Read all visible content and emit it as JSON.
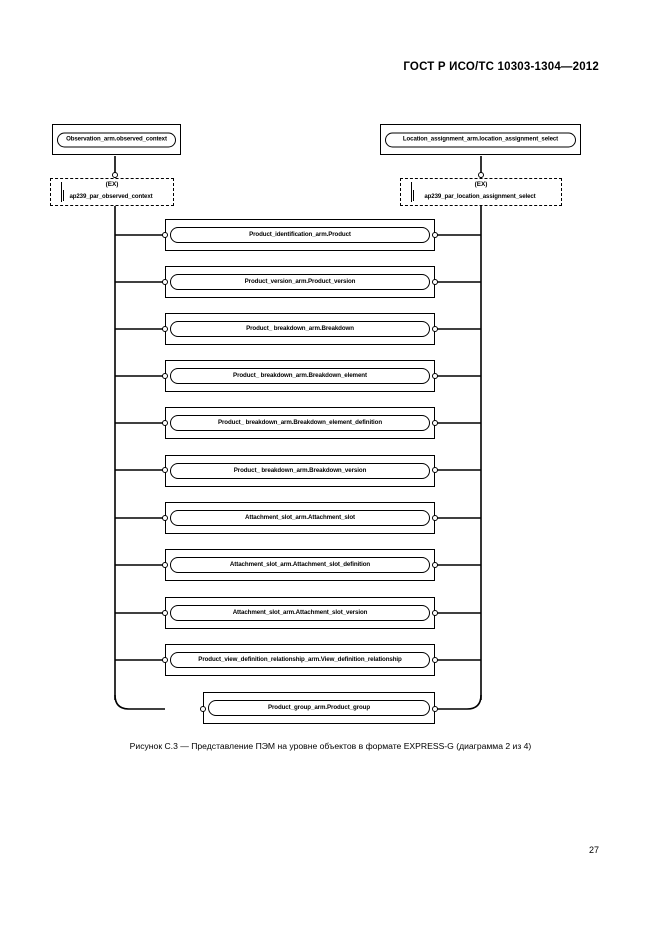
{
  "document": {
    "header": "ГОСТ Р ИСО/ТС 10303-1304—2012",
    "page_number": "27",
    "figure_caption": "Рисунок  С.3 — Представление ПЭМ на уровне объектов в формате EXPRESS-G (диаграмма 2 из 4)"
  },
  "diagram": {
    "type": "EXPRESS-G",
    "top_entities": [
      {
        "id": "observation-arm",
        "label": "Observation_arm.observed_context",
        "side": "left"
      },
      {
        "id": "location-assignment-arm",
        "label": "Location_assignment_arm.location_assignment_select",
        "side": "right"
      }
    ],
    "schema_boxes": [
      {
        "id": "schema-left",
        "tag": "(EX)",
        "name": "ap239_par_observed_context",
        "side": "left"
      },
      {
        "id": "schema-right",
        "tag": "(EX)",
        "name": "ap239_par_location_assignment_select",
        "side": "right"
      }
    ],
    "entities": [
      {
        "label": "Product_identification_arm.Product"
      },
      {
        "label": "Product_version_arm.Product_version"
      },
      {
        "label": "Product_ breakdown_arm.Breakdown"
      },
      {
        "label": "Product_ breakdown_arm.Breakdown_element"
      },
      {
        "label": "Product_ breakdown_arm.Breakdown_element_definition"
      },
      {
        "label": "Product_ breakdown_arm.Breakdown_version"
      },
      {
        "label": "Attachment_slot_arm.Attachment_slot"
      },
      {
        "label": "Attachment_slot_arm.Attachment_slot_definition"
      },
      {
        "label": "Attachment_slot_arm.Attachment_slot_version"
      },
      {
        "label": "Product_view_definition_relationship_arm.View_definition_relationship"
      },
      {
        "label": "Product_group_arm.Product_group"
      }
    ]
  }
}
